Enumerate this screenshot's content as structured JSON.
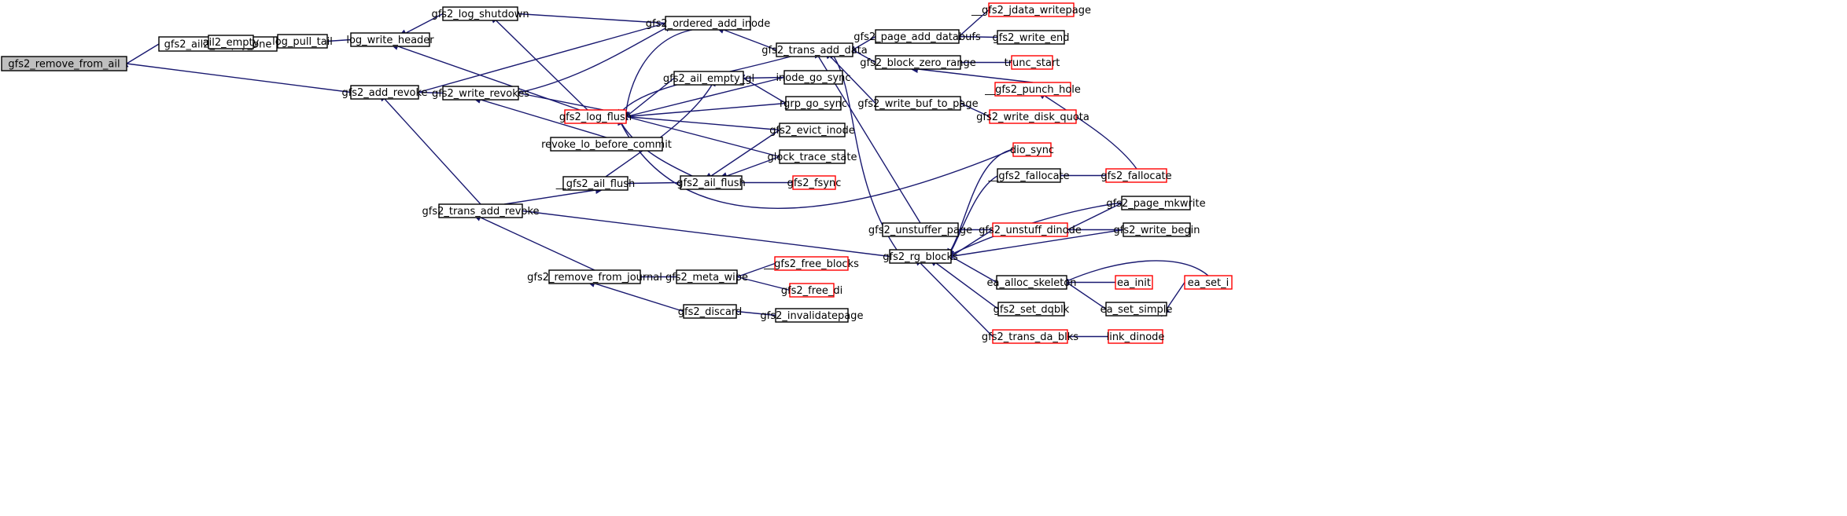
{
  "graph": {
    "colors": {
      "edge": "#191970",
      "node_border": "#000000",
      "node_border_truncated": "#ff0000",
      "node_fill": "#ffffff",
      "root_fill": "#bfbfbf",
      "text": "#000000"
    },
    "nodes": [
      {
        "id": "n0",
        "label": "gfs2_remove_from_ail",
        "root": true
      },
      {
        "id": "n1",
        "label": "gfs2_ail2_empty_one"
      },
      {
        "id": "n2",
        "label": "ail2_empty"
      },
      {
        "id": "n3",
        "label": "log_pull_tail"
      },
      {
        "id": "n4",
        "label": "log_write_header"
      },
      {
        "id": "n5",
        "label": "gfs2_log_shutdown"
      },
      {
        "id": "n6",
        "label": "gfs2_ordered_add_inode"
      },
      {
        "id": "n7",
        "label": "gfs2_trans_add_data"
      },
      {
        "id": "n8",
        "label": "gfs2_page_add_databufs"
      },
      {
        "id": "n9",
        "label": "__gfs2_jdata_writepage",
        "truncated": true
      },
      {
        "id": "n10",
        "label": "gfs2_write_end"
      },
      {
        "id": "n11",
        "label": "gfs2_block_zero_range"
      },
      {
        "id": "n12",
        "label": "trunc_start",
        "truncated": true
      },
      {
        "id": "n13",
        "label": "__gfs2_punch_hole",
        "truncated": true
      },
      {
        "id": "n14",
        "label": "gfs2_write_buf_to_page"
      },
      {
        "id": "n15",
        "label": "gfs2_write_disk_quota",
        "truncated": true
      },
      {
        "id": "n16",
        "label": "gfs2_add_revoke"
      },
      {
        "id": "n17",
        "label": "gfs2_write_revokes"
      },
      {
        "id": "n18",
        "label": "gfs2_log_flush",
        "truncated": true
      },
      {
        "id": "n19",
        "label": "gfs2_ail_empty_gl"
      },
      {
        "id": "n20",
        "label": "inode_go_sync"
      },
      {
        "id": "n21",
        "label": "rgrp_go_sync"
      },
      {
        "id": "n22",
        "label": "revoke_lo_before_commit"
      },
      {
        "id": "n23",
        "label": "gfs2_evict_inode"
      },
      {
        "id": "n24",
        "label": "glock_trace_state"
      },
      {
        "id": "n25",
        "label": "__gfs2_ail_flush"
      },
      {
        "id": "n26",
        "label": "gfs2_ail_flush"
      },
      {
        "id": "n27",
        "label": "gfs2_fsync",
        "truncated": true
      },
      {
        "id": "n28",
        "label": "dio_sync",
        "truncated": true
      },
      {
        "id": "n29",
        "label": "__gfs2_fallocate"
      },
      {
        "id": "n30",
        "label": "gfs2_fallocate",
        "truncated": true
      },
      {
        "id": "n31",
        "label": "gfs2_trans_add_revoke"
      },
      {
        "id": "n32",
        "label": "gfs2_unstuffer_page"
      },
      {
        "id": "n33",
        "label": "gfs2_unstuff_dinode",
        "truncated": true
      },
      {
        "id": "n34",
        "label": "gfs2_page_mkwrite"
      },
      {
        "id": "n35",
        "label": "gfs2_write_begin"
      },
      {
        "id": "n36",
        "label": "gfs2_rg_blocks"
      },
      {
        "id": "n37",
        "label": "ea_alloc_skeleton"
      },
      {
        "id": "n38",
        "label": "ea_init",
        "truncated": true
      },
      {
        "id": "n39",
        "label": "ea_set_i",
        "truncated": true
      },
      {
        "id": "n40",
        "label": "ea_set_simple"
      },
      {
        "id": "n41",
        "label": "gfs2_set_dqblk"
      },
      {
        "id": "n42",
        "label": "gfs2_trans_da_blks",
        "truncated": true
      },
      {
        "id": "n43",
        "label": "link_dinode",
        "truncated": true
      },
      {
        "id": "n44",
        "label": "gfs2_remove_from_journal"
      },
      {
        "id": "n45",
        "label": "gfs2_meta_wipe"
      },
      {
        "id": "n46",
        "label": "__gfs2_free_blocks",
        "truncated": true
      },
      {
        "id": "n47",
        "label": "gfs2_free_di",
        "truncated": true
      },
      {
        "id": "n48",
        "label": "gfs2_discard"
      },
      {
        "id": "n49",
        "label": "gfs2_invalidatepage"
      }
    ]
  }
}
